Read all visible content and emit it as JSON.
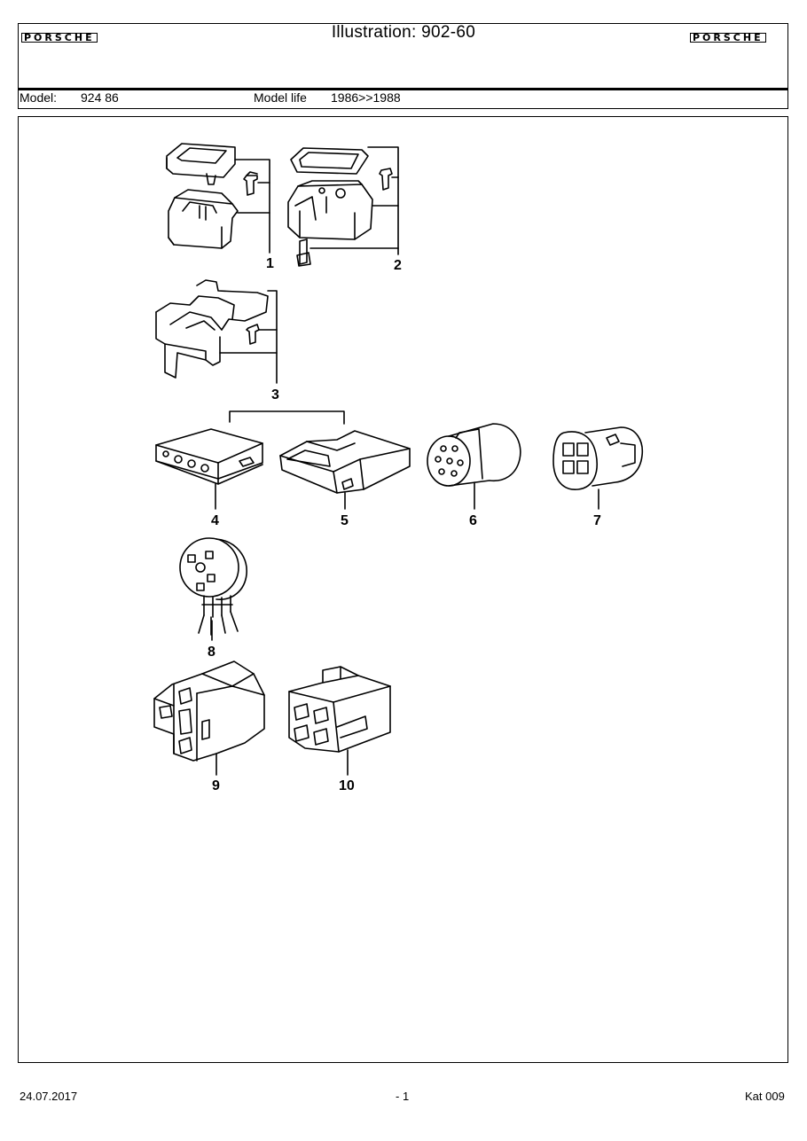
{
  "header": {
    "brand_left": "PORSCHE",
    "brand_right": "PORSCHE",
    "title": "Illustration: 902-60",
    "model_label": "Model:",
    "model_value": "924 86",
    "model_life_label": "Model life",
    "model_life_value": "1986>>1988"
  },
  "parts": {
    "callouts": [
      "1",
      "2",
      "3",
      "4",
      "5",
      "6",
      "7",
      "8",
      "9",
      "10"
    ]
  },
  "footer": {
    "date": "24.07.2017",
    "page": "- 1",
    "catalog": "Kat 009"
  }
}
